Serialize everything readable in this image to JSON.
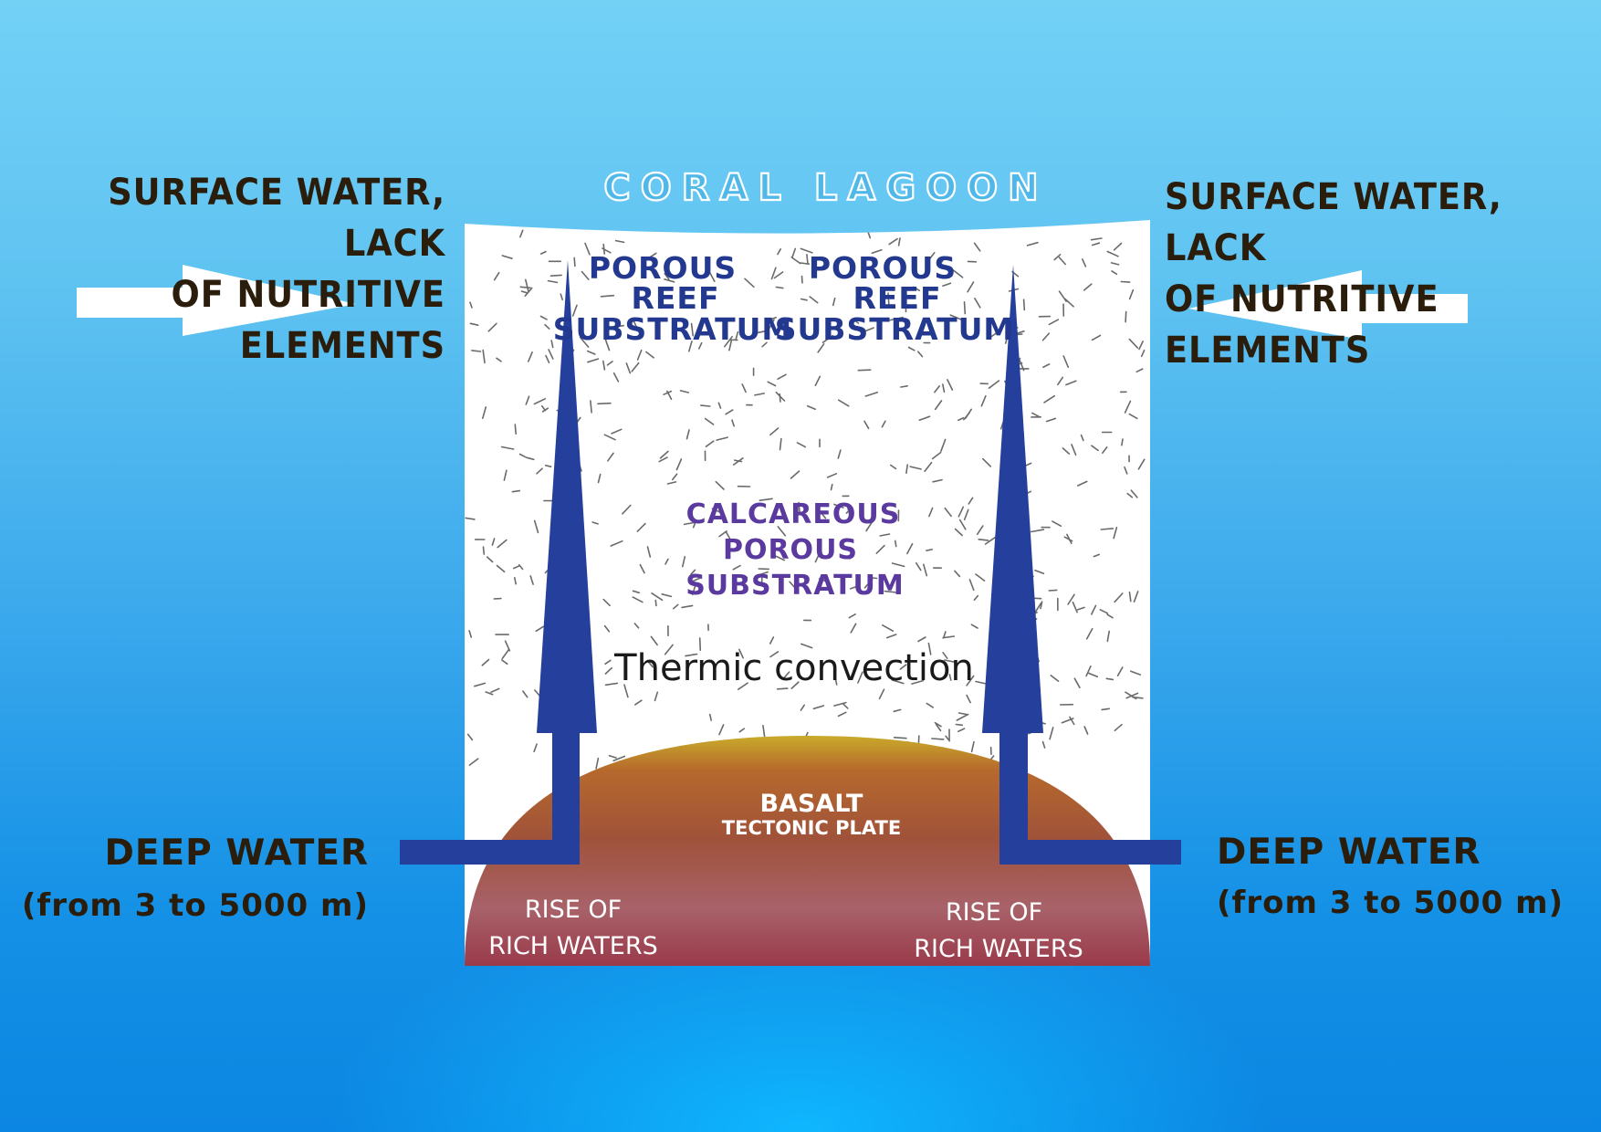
{
  "title": "CORAL LAGOON",
  "surface_left": {
    "line1": "SURFACE WATER, LACK",
    "line2": "OF NUTRITIVE ELEMENTS"
  },
  "surface_right": {
    "line1": "SURFACE WATER, LACK",
    "line2": "OF NUTRITIVE ELEMENTS"
  },
  "porous_left": [
    "POROUS",
    "REEF",
    "SUBSTRATUM"
  ],
  "porous_right": [
    "POROUS",
    "REEF",
    "SUBSTRATUM"
  ],
  "calcareous": [
    "CALCAREOUS",
    "POROUS",
    "SUBSTRATUM"
  ],
  "convection": "Thermic convection",
  "basalt": {
    "line1": "BASALT",
    "line2": "TECTONIC PLATE"
  },
  "rise_left": [
    "RISE OF",
    "RICH WATERS"
  ],
  "rise_right": [
    "RISE OF",
    "RICH WATERS"
  ],
  "deep_left": {
    "line1": "DEEP WATER",
    "line2": "(from 3 to 5000 m)"
  },
  "deep_right": {
    "line1": "DEEP WATER",
    "line2": "(from 3 to 5000 m)"
  },
  "colors": {
    "arrow_blue": "#243f9c",
    "porous_text": "#23388f",
    "calcareous_text": "#5a3a9e",
    "title_fill": "#4fb8e8",
    "basalt_top": "#c9aa2a",
    "basalt_mid": "#a0523a",
    "basalt_bottom": "#9a3a4a",
    "label_dark": "#2b1d0c"
  }
}
